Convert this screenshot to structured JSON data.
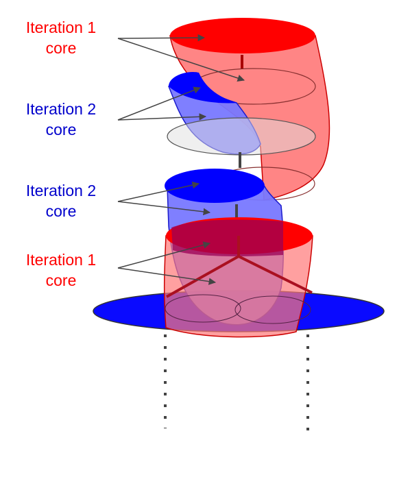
{
  "colors": {
    "iteration_1": "#ff0000",
    "iteration_2": "#0000ff",
    "iteration_1_fill": "#ff7878",
    "iteration_2_fill": "#7878ff",
    "disk_blue": "#0a0aff",
    "outline": "#333333"
  },
  "labels": [
    {
      "line1": "Iteration 1",
      "line2": "core",
      "iteration": 1
    },
    {
      "line1": "Iteration 2",
      "line2": "core",
      "iteration": 2
    },
    {
      "line1": "Iteration 2",
      "line2": "core",
      "iteration": 2
    },
    {
      "line1": "Iteration 1",
      "line2": "core",
      "iteration": 1
    }
  ]
}
